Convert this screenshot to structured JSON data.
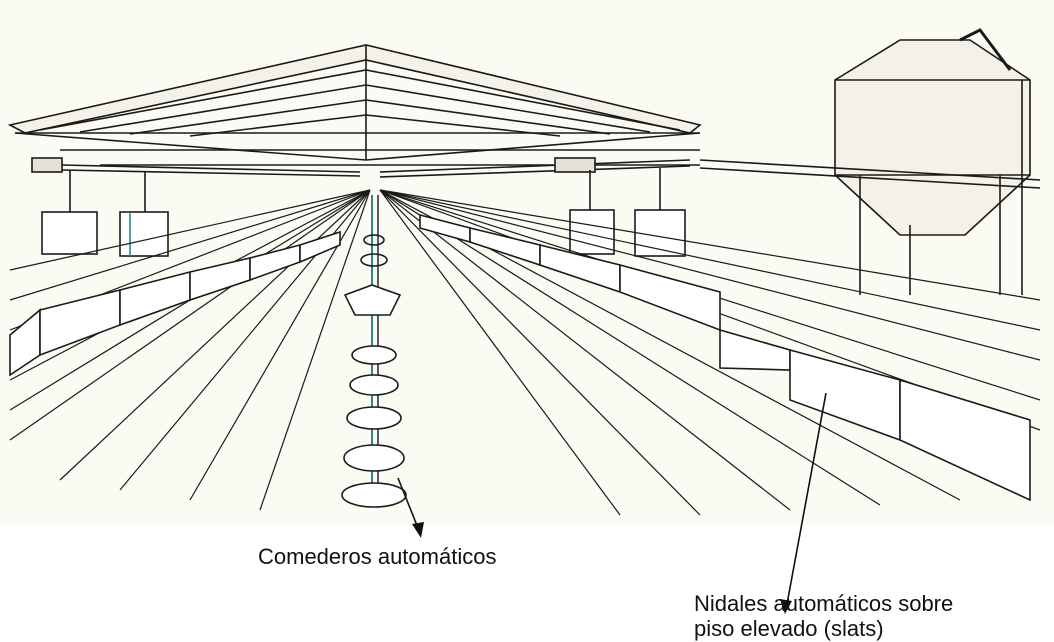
{
  "labels": {
    "feeders": "Comederos automáticos",
    "nests_line1": "Nidales automáticos sobre",
    "nests_line2": "piso elevado (slats)"
  },
  "colors": {
    "ink": "#1a1a1a",
    "paper": "#fbfaf3",
    "accent_teal": "#2a8a86"
  }
}
